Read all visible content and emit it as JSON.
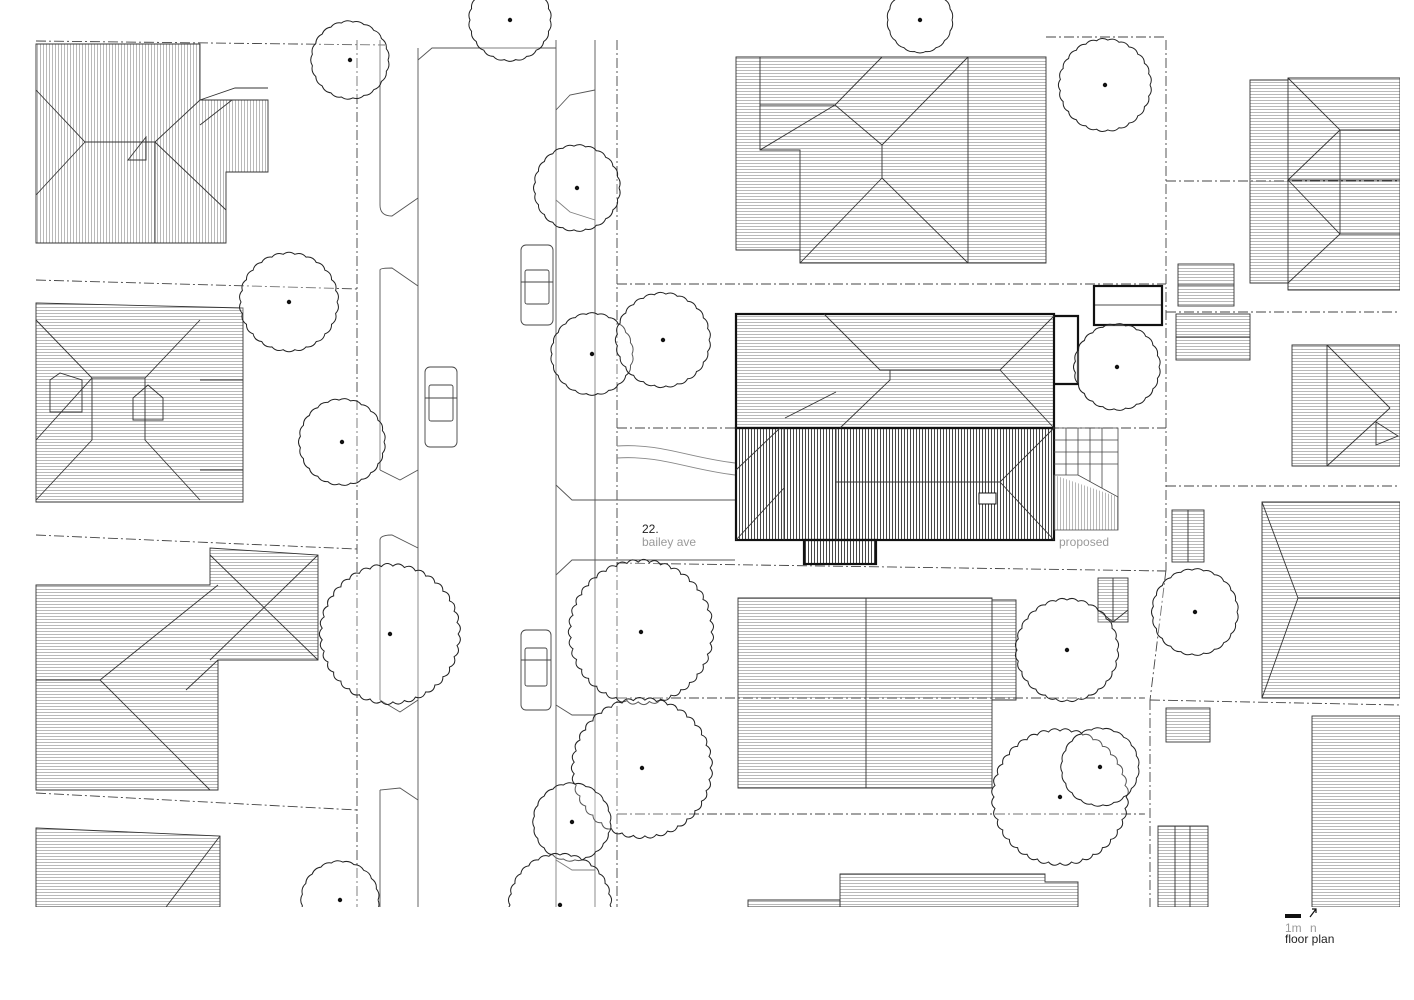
{
  "labels": {
    "address_number": "22.",
    "address_street": "bailey ave",
    "proposed": "proposed",
    "scale": "1m",
    "north": "n",
    "title": "floor plan"
  },
  "icons": {
    "north_arrow": "north-arrow-icon",
    "scale_bar": "scale-bar-icon"
  },
  "colors": {
    "line": "#333333",
    "hatch": "#8a8a8a",
    "proposed_outline": "#111111",
    "muted_text": "#9a9a9a"
  }
}
